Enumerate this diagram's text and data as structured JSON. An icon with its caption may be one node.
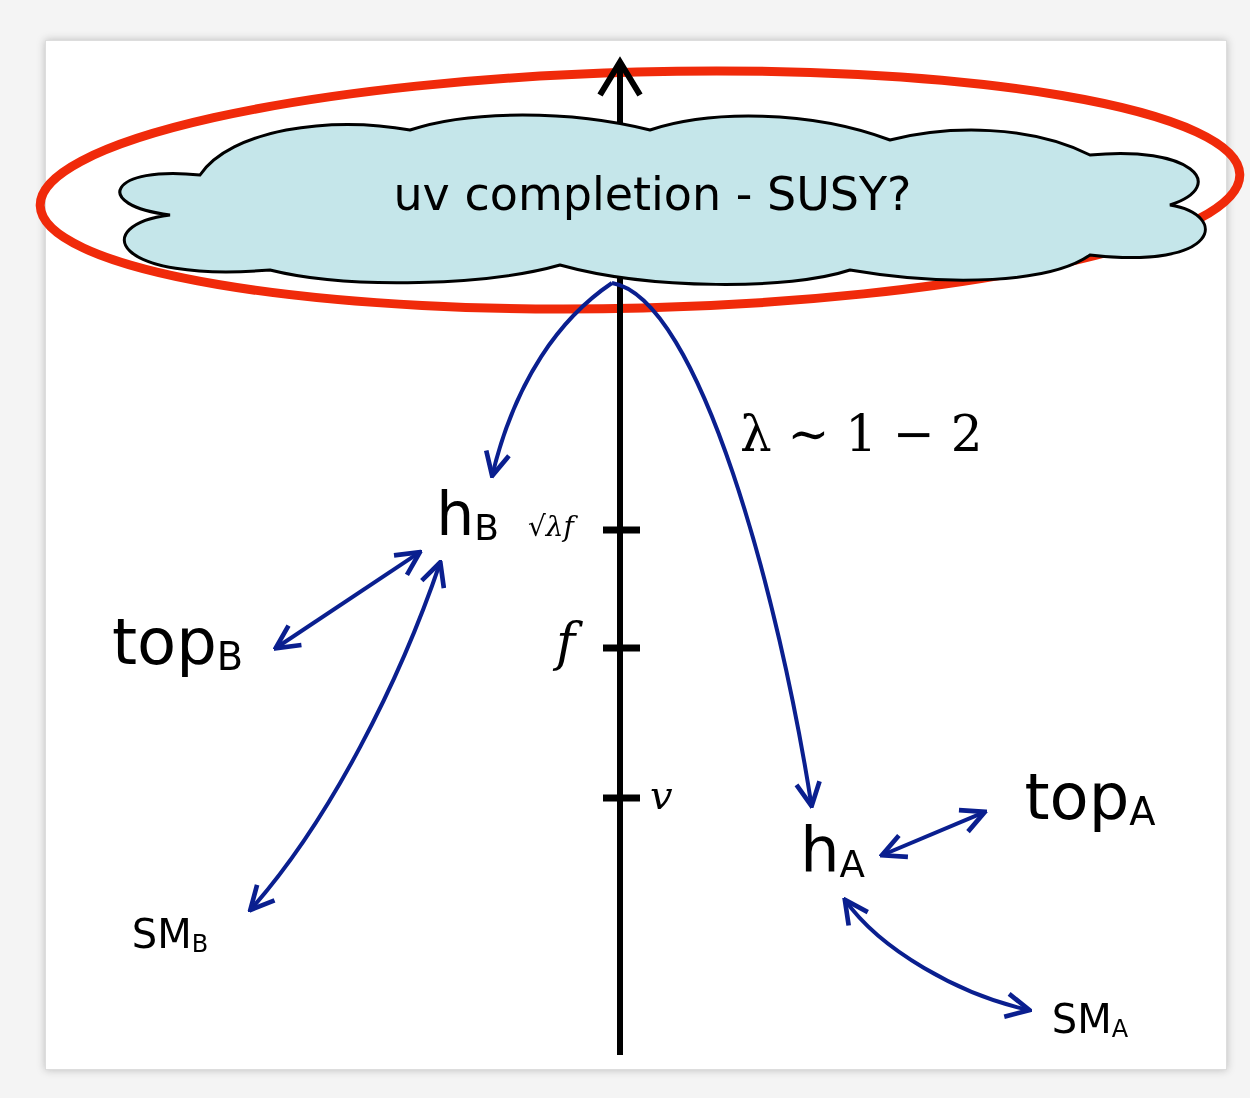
{
  "diagram": {
    "nodes": [
      {
        "text": [
          "uv completion - SUSY?"
        ]
      },
      {
        "text": [
          "h$_{B}$"
        ]
      },
      {
        "text": [
          "top$_{B}$"
        ]
      },
      {
        "text": [
          "SM$_{B}$"
        ]
      },
      {
        "text": [
          "h$_{A}$"
        ]
      },
      {
        "text": [
          "top$_{A}$"
        ]
      },
      {
        "text": [
          "SM$_{A}$"
        ]
      }
    ],
    "edges": [
      {
        "from": 0,
        "to": 1,
        "arrow": "to"
      },
      {
        "from": 0,
        "to": 4,
        "arrow": "to",
        "label": "λ ∼ 1 − 2"
      },
      {
        "from": 1,
        "to": 2,
        "arrow": "both"
      },
      {
        "from": 1,
        "to": 3,
        "arrow": "both"
      },
      {
        "from": 4,
        "to": 5,
        "arrow": "both"
      },
      {
        "from": 4,
        "to": 6,
        "arrow": "both"
      }
    ],
    "labels": [
      "√λf",
      "f",
      "v"
    ]
  }
}
